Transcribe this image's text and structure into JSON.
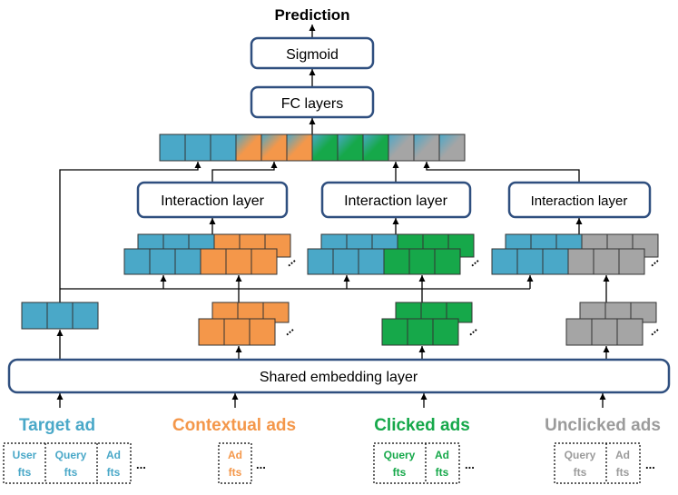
{
  "title": "Prediction",
  "sigmoid_label": "Sigmoid",
  "fc_label": "FC layers",
  "interaction_label": "Interaction layer",
  "shared_label": "Shared embedding layer",
  "ellipsis": "...",
  "groups": [
    {
      "key": "target",
      "label": "Target ad",
      "color": "#4aa8c8",
      "features": [
        "User fts",
        "Query fts",
        "Ad fts"
      ]
    },
    {
      "key": "contextual",
      "label": "Contextual ads",
      "color": "#f4974a",
      "features": [
        "Ad fts"
      ]
    },
    {
      "key": "clicked",
      "label": "Clicked ads",
      "color": "#16a84a",
      "features": [
        "Query fts",
        "Ad fts"
      ]
    },
    {
      "key": "unclicked",
      "label": "Unclicked ads",
      "color": "#9b9b9b",
      "features": [
        "Query fts",
        "Ad fts"
      ]
    }
  ],
  "colors": {
    "blue": "#4aa8c8",
    "orange": "#f4974a",
    "green": "#16a84a",
    "gray": "#a5a5a5",
    "box_border": "#2f4f7f",
    "line": "#000000"
  }
}
